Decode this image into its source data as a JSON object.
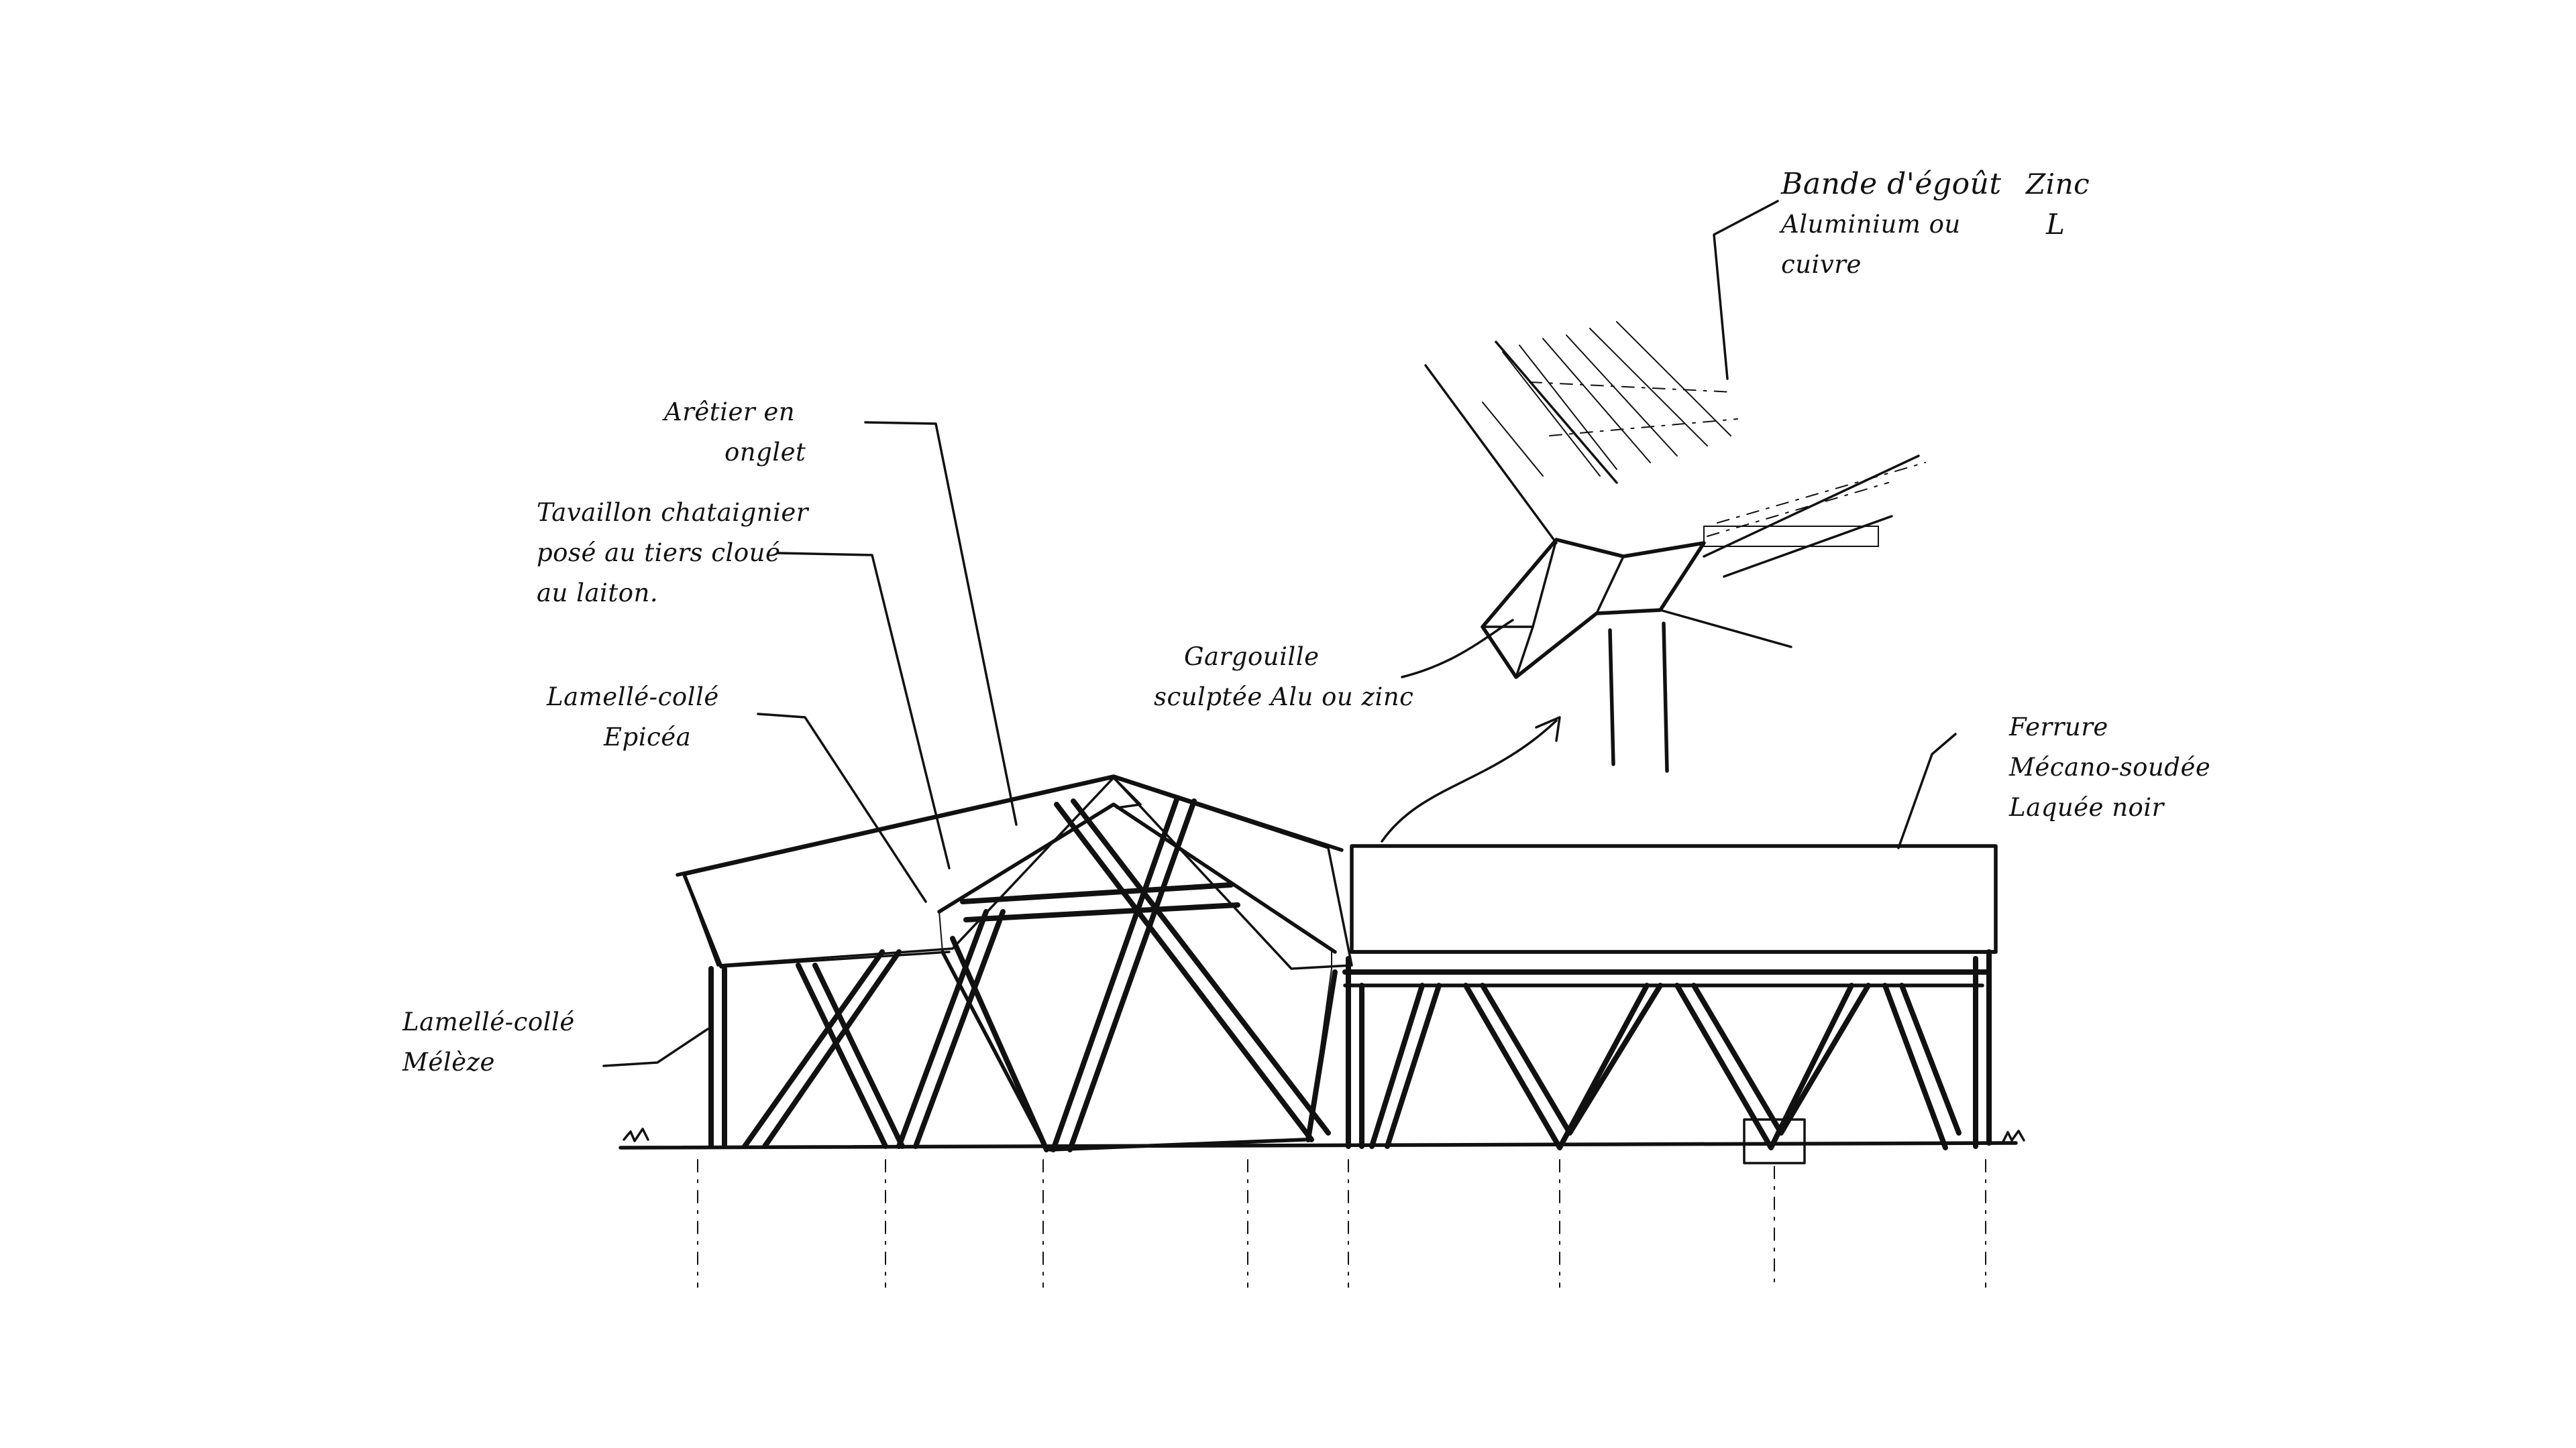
{
  "annotations": {
    "arretier": {
      "line1": "Arêtier en",
      "line2": "onglet"
    },
    "tavaillon": {
      "line1": "Tavaillon chataignier",
      "line2": "posé au tiers cloué",
      "line3": "au laiton."
    },
    "lamelle_epicea": {
      "line1": "Lamellé-collé",
      "line2": "Epicéa"
    },
    "lamelle_meleze": {
      "line1": "Lamellé-collé",
      "line2": "Mélèze"
    },
    "gargouille": {
      "line1": "Gargouille",
      "line2": "sculptée Alu ou zinc"
    },
    "bande_egout": {
      "line1": "Bande d'égoût",
      "line2": "Aluminium ou",
      "line3": "cuivre"
    },
    "zinc": {
      "line1": "Zinc",
      "line2": "L"
    },
    "ferrure": {
      "line1": "Ferrure",
      "line2": "Mécano-soudée",
      "line3": "Laquée noir"
    }
  },
  "colors": {
    "ink": "#111111",
    "paper": "#ffffff"
  }
}
